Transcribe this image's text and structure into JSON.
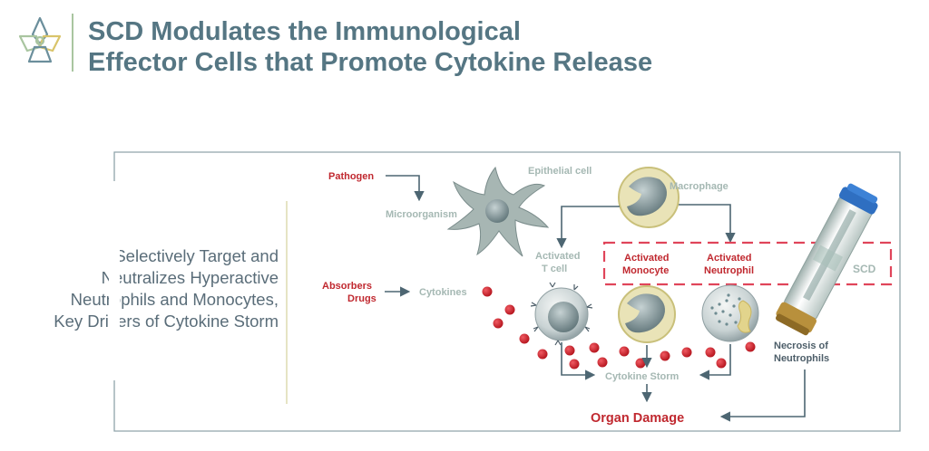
{
  "header": {
    "title_line1": "SCD Modulates the Immunological",
    "title_line2": "Effector Cells that Promote Cytokine Release"
  },
  "left_text": {
    "line1": "Selectively Target and",
    "line2": "Neutralizes Hyperactive",
    "line3": "Neutrophils and Monocytes,",
    "line4": "Key Drivers of Cytokine Storm"
  },
  "diagram": {
    "pathogen": "Pathogen",
    "microorganism": "Microorganism",
    "epithelial_cell": "Epithelial cell",
    "macrophage": "Macrophage",
    "activated_t_cell_line1": "Activated",
    "activated_t_cell_line2": "T cell",
    "activated_monocyte_line1": "Activated",
    "activated_monocyte_line2": "Monocyte",
    "activated_neutrophil_line1": "Activated",
    "activated_neutrophil_line2": "Neutrophil",
    "scd": "SCD",
    "absorbers": "Absorbers",
    "drugs": "Drugs",
    "cytokines": "Cytokines",
    "cytokine_storm": "Cytokine Storm",
    "necrosis_line1": "Necrosis of",
    "necrosis_line2": "Neutrophils",
    "organ_damage": "Organ Damage"
  },
  "colors": {
    "title": "#557683",
    "accent_red": "#c0282f",
    "label_grey": "#a5b8b3",
    "arrow": "#4d6672",
    "logo_green": "#a9c5a0"
  }
}
